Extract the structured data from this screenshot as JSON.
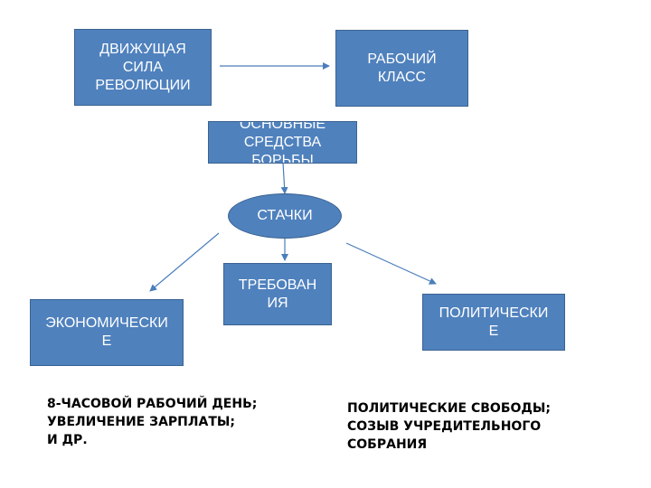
{
  "diagram": {
    "nodes": {
      "driving_force": "ДВИЖУЩАЯ\nСИЛА\nРЕВОЛЮЦИИ",
      "working_class": "РАБОЧИЙ\nКЛАСС",
      "main_means": "ОСНОВНЫЕ\nСРЕДСТВА\nБОРЬБЫ",
      "strikes": "СТАЧКИ",
      "demands": "ТРЕБОВАН\nИЯ",
      "economic": "ЭКОНОМИЧЕСКИ\nЕ",
      "political": "ПОЛИТИЧЕСКИ\nЕ"
    },
    "notes": {
      "economic_list": "8-ЧАСОВОЙ РАБОЧИЙ ДЕНЬ;\nУВЕЛИЧЕНИЕ ЗАРПЛАТЫ;\nИ ДР.",
      "political_list": "ПОЛИТИЧЕСКИЕ СВОБОДЫ;\nСОЗЫВ УЧРЕДИТЕЛЬНОГО\nСОБРАНИЯ"
    },
    "colors": {
      "box_fill": "#4f81bd",
      "box_border": "#3b6391",
      "arrow": "#4a7ebb"
    }
  }
}
